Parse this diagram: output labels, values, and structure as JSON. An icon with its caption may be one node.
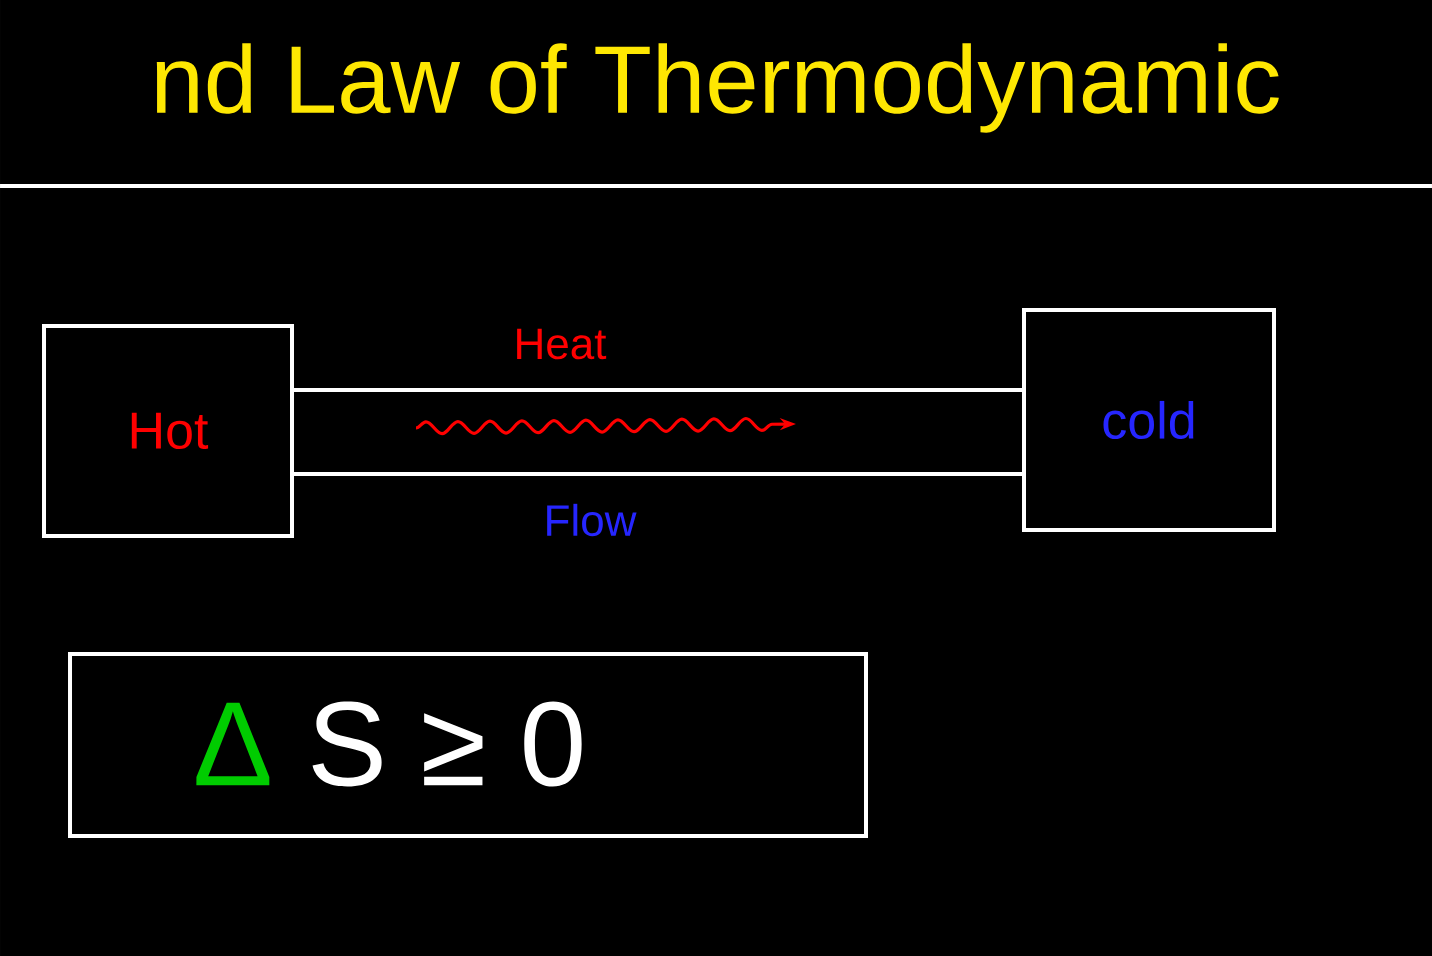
{
  "diagram": {
    "title": "nd Law of Thermodynamic",
    "nodes": [
      {
        "text": [
          "Hot"
        ]
      },
      {
        "text": [
          "cold"
        ]
      },
      {
        "text": [
          "Heat",
          "Flow"
        ]
      },
      {
        "text": [
          "Δ",
          "S ≥ 0"
        ]
      }
    ]
  }
}
